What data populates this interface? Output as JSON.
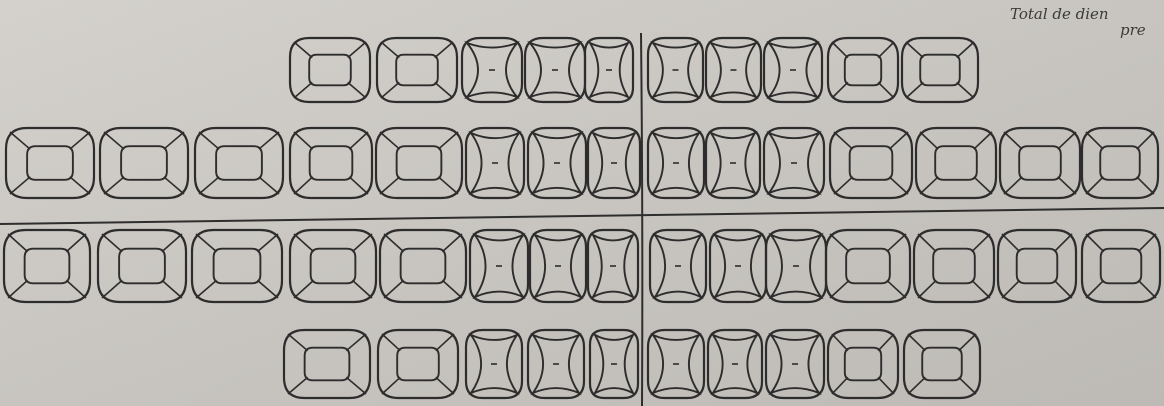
{
  "note": {
    "line1": "Total de dien",
    "line2": "pre"
  },
  "odontogram": {
    "rows": [
      {
        "name": "upper-permanent-right",
        "teeth": [
          "molar",
          "molar",
          "incisor",
          "incisor",
          "incisor"
        ]
      },
      {
        "name": "upper-permanent-left",
        "teeth": [
          "incisor",
          "incisor",
          "incisor",
          "molar",
          "molar"
        ]
      }
    ]
  },
  "colors": {
    "paper": "#c9c6c1",
    "ink": "#2d2d2d"
  }
}
